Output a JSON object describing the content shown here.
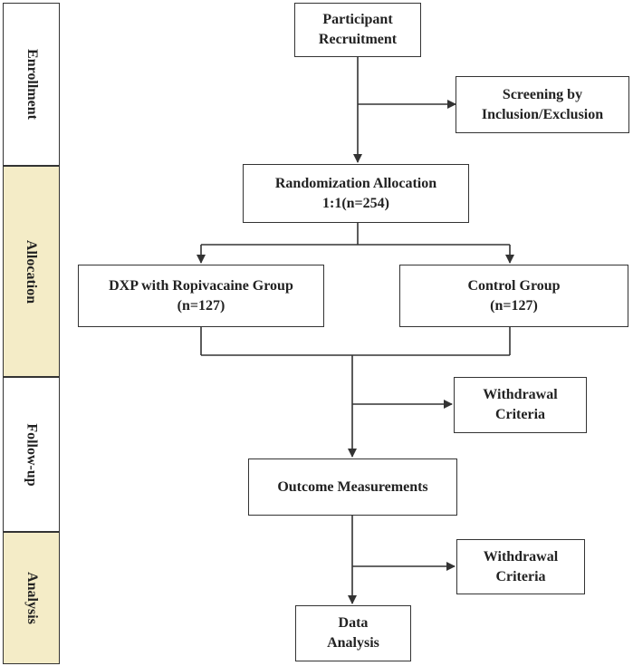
{
  "stages": [
    {
      "label": "Enrollment"
    },
    {
      "label": "Allocation"
    },
    {
      "label": "Follow-up"
    },
    {
      "label": "Analysis"
    }
  ],
  "boxes": {
    "recruitment": {
      "line1": "Participant",
      "line2": "Recruitment"
    },
    "screening": {
      "line1": "Screening by",
      "line2": "Inclusion/Exclusion"
    },
    "randomization": {
      "line1": "Randomization Allocation",
      "line2": "1:1(n=254)"
    },
    "dxp_group": {
      "line1": "DXP with Ropivacaine Group",
      "line2": "(n=127)"
    },
    "control_group": {
      "line1": "Control Group",
      "line2": "(n=127)"
    },
    "withdrawal_1": {
      "line1": "Withdrawal",
      "line2": "Criteria"
    },
    "outcome": {
      "line1": "Outcome Measurements"
    },
    "withdrawal_2": {
      "line1": "Withdrawal",
      "line2": "Criteria"
    },
    "data_analysis": {
      "line1": "Data",
      "line2": "Analysis"
    }
  }
}
